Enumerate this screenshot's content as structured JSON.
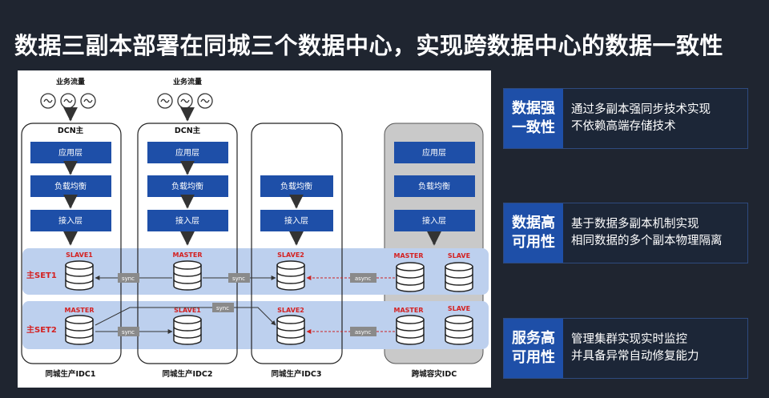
{
  "title": "数据三副本部署在同城三个数据中心，实现跨数据中心的数据一致性",
  "diagram": {
    "traffic_label": "业务流量",
    "dcn_label": "DCN主",
    "layers": {
      "app": "应用层",
      "lb": "负载均衡",
      "access": "接入层"
    },
    "roles": {
      "master": "MASTER",
      "slave": "SLAVE",
      "slave1": "SLAVE1",
      "slave2": "SLAVE2"
    },
    "sets": {
      "set1": "主SET1",
      "set2": "主SET2"
    },
    "sync_label": "sync",
    "async_label": "async",
    "idcs": {
      "idc1": "同城生产IDC1",
      "idc2": "同城生产IDC2",
      "idc3": "同城生产IDC3",
      "dr": "跨城容灾IDC"
    }
  },
  "features": [
    {
      "tag_line1": "数据强",
      "tag_line2": "一致性",
      "desc_line1": "通过多副本强同步技术实现",
      "desc_line2": "不依赖高端存储技术"
    },
    {
      "tag_line1": "数据高",
      "tag_line2": "可用性",
      "desc_line1": "基于数据多副本机制实现",
      "desc_line2": "相同数据的多个副本物理隔离"
    },
    {
      "tag_line1": "服务高",
      "tag_line2": "可用性",
      "desc_line1": "管理集群实现实时监控",
      "desc_line2": "并具备异常自动修复能力"
    }
  ],
  "colors": {
    "background": "#1f2530",
    "layer_box": "#1e4fa8",
    "set_band": "#bdd0ee",
    "dr_zone": "#c9c9c9",
    "sync_tag": "#8a8a8a",
    "async_line": "#cc2222",
    "feature_tag": "#1e4fa8"
  }
}
